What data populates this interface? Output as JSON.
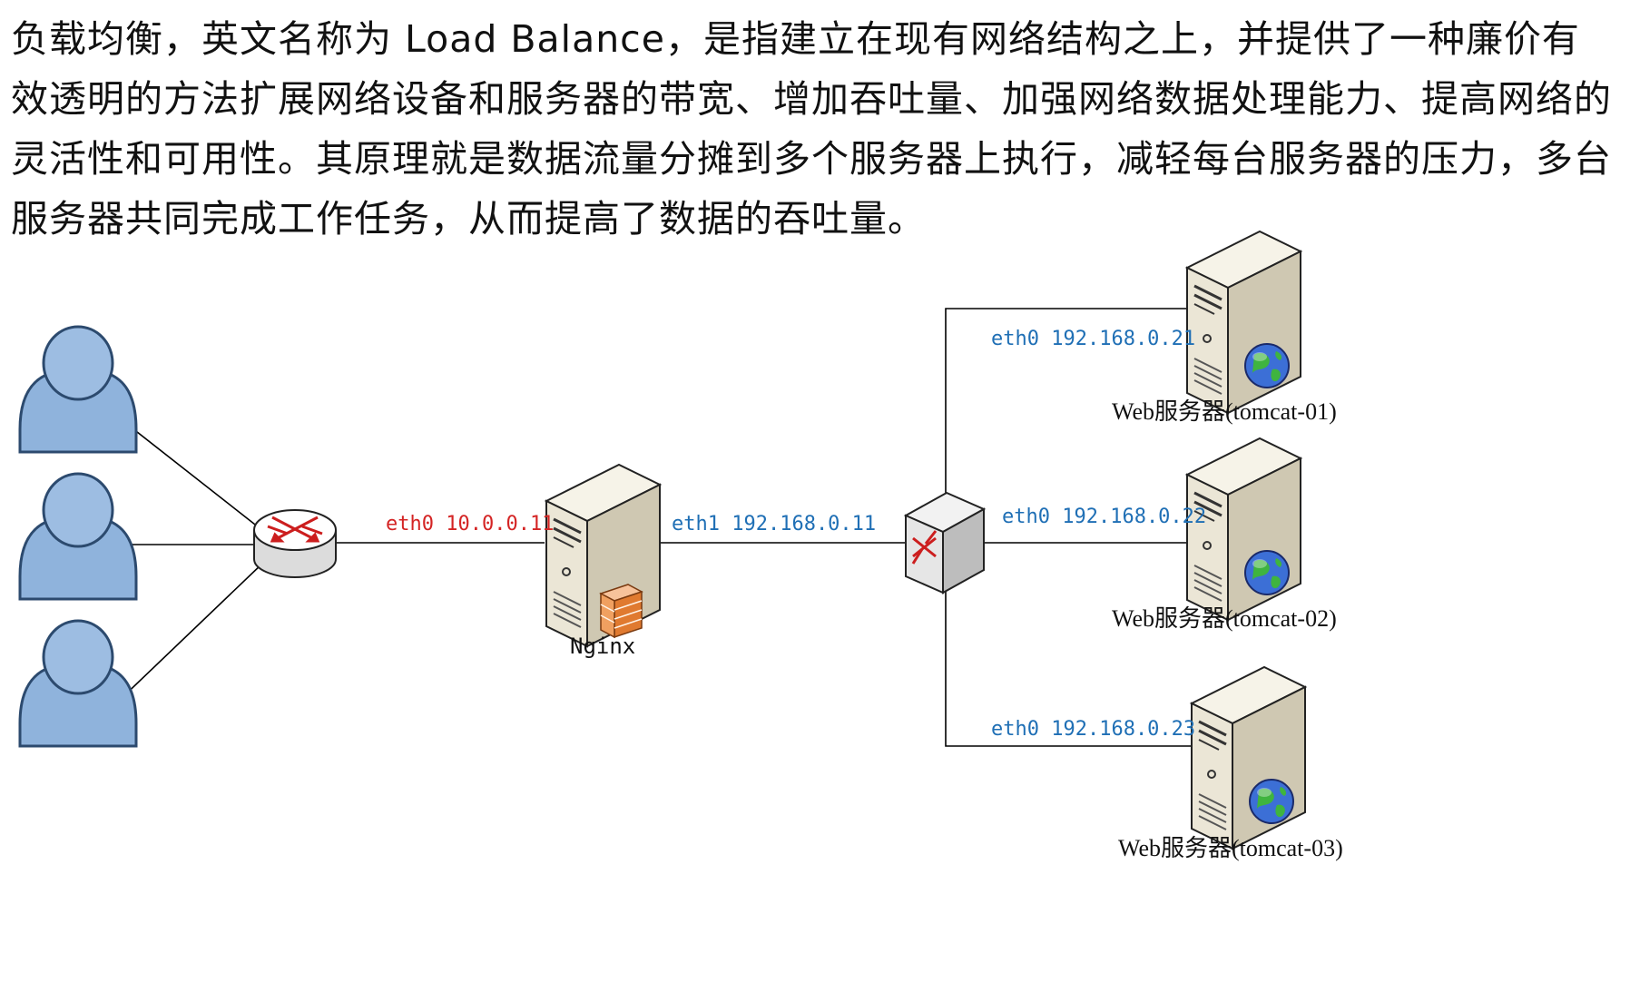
{
  "description": {
    "text": "负载均衡，英文名称为 Load Balance，是指建立在现有网络结构之上，并提供了一种廉价有效透明的方法扩展网络设备和服务器的带宽、增加吞吐量、加强网络数据处理能力、提高网络的灵活性和可用性。其原理就是数据流量分摊到多个服务器上执行，减轻每台服务器的压力，多台服务器共同完成工作任务，从而提高了数据的吞吐量。"
  },
  "diagram": {
    "users": [
      "user-1",
      "user-2",
      "user-3"
    ],
    "router": {
      "icon": "router-icon"
    },
    "nginx": {
      "name": "Nginx",
      "eth0": "eth0 10.0.0.11",
      "eth1": "eth1 192.168.0.11"
    },
    "switch": {
      "icon": "switch-icon"
    },
    "web_servers": [
      {
        "name": "Web服务器(tomcat-01)",
        "ip": "eth0 192.168.0.21"
      },
      {
        "name": "Web服务器(tomcat-02)",
        "ip": "eth0 192.168.0.22"
      },
      {
        "name": "Web服务器(tomcat-03)",
        "ip": "eth0 192.168.0.23"
      }
    ]
  },
  "colors": {
    "eth0_external": "#d42424",
    "internal_ip": "#1f6fb5",
    "user_fill": "#8fb3dc",
    "server_fill": "#ebe6d6"
  }
}
